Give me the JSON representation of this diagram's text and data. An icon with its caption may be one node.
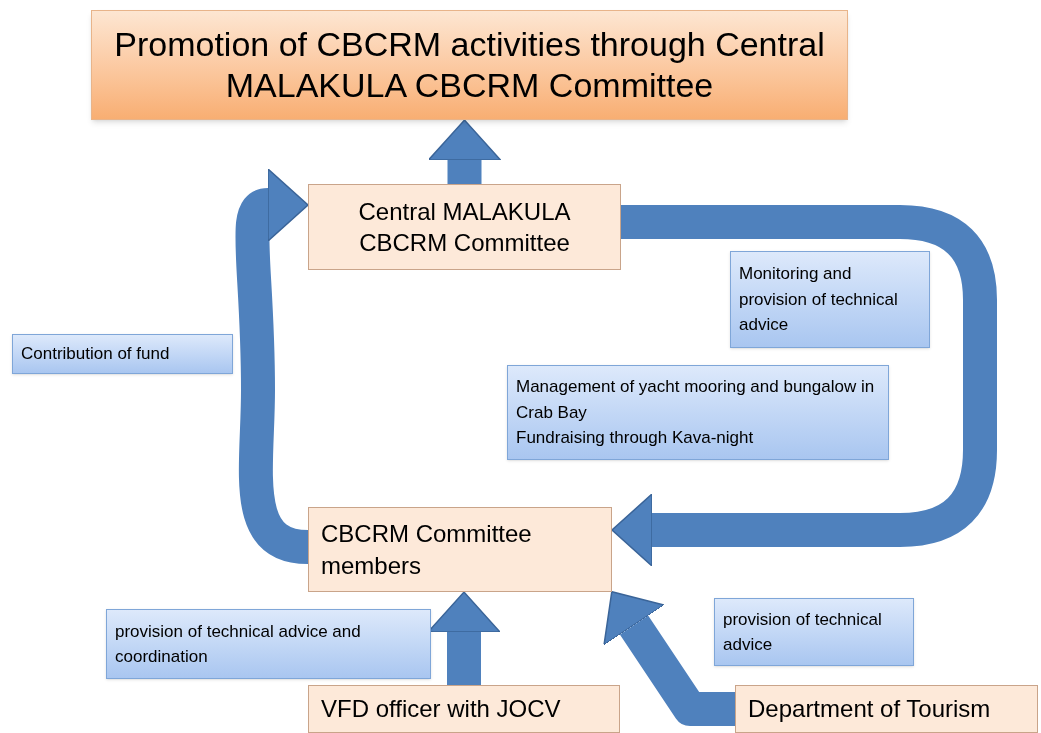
{
  "diagram": {
    "nodes": [
      {
        "text": [
          "Promotion of CBCRM activities through Central MALAKULA CBCRM Committee"
        ]
      },
      {
        "text": [
          "Central MALAKULA CBCRM Committee"
        ]
      },
      {
        "text": [
          "CBCRM Committee members"
        ]
      },
      {
        "text": [
          "VFD officer with JOCV"
        ]
      },
      {
        "text": [
          "Department of Tourism"
        ]
      },
      {
        "text": [
          "Contribution of fund"
        ]
      },
      {
        "text": [
          "Monitoring and provision of technical advice"
        ]
      },
      {
        "text": [
          "Management of yacht mooring and bungalow in Crab Bay",
          "Fundraising through Kava-night"
        ]
      },
      {
        "text": [
          "provision of technical advice and coordination"
        ]
      },
      {
        "text": [
          "provision of technical advice"
        ]
      }
    ],
    "edges": [
      {
        "from": 1,
        "to": 0,
        "arrow": "to"
      },
      {
        "from": 2,
        "to": 1,
        "arrow": "to"
      },
      {
        "from": 1,
        "to": 2,
        "arrow": "to"
      },
      {
        "from": 3,
        "to": 2,
        "arrow": "to"
      },
      {
        "from": 4,
        "to": 2,
        "arrow": "to"
      }
    ]
  }
}
